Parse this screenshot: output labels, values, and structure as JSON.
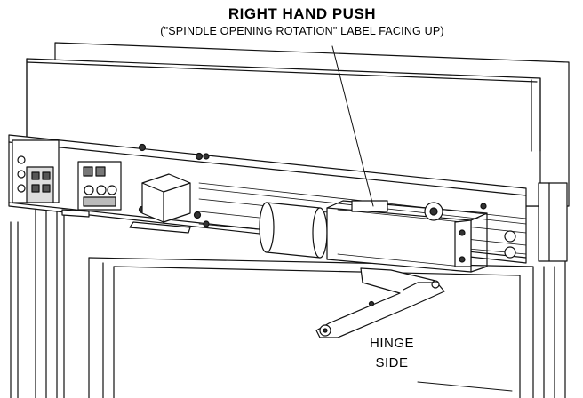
{
  "heading": {
    "main": "RIGHT HAND PUSH",
    "sub": "(\"SPINDLE OPENING ROTATION\" LABEL FACING UP)"
  },
  "callout": {
    "line1": "HINGE",
    "line2": "SIDE"
  }
}
